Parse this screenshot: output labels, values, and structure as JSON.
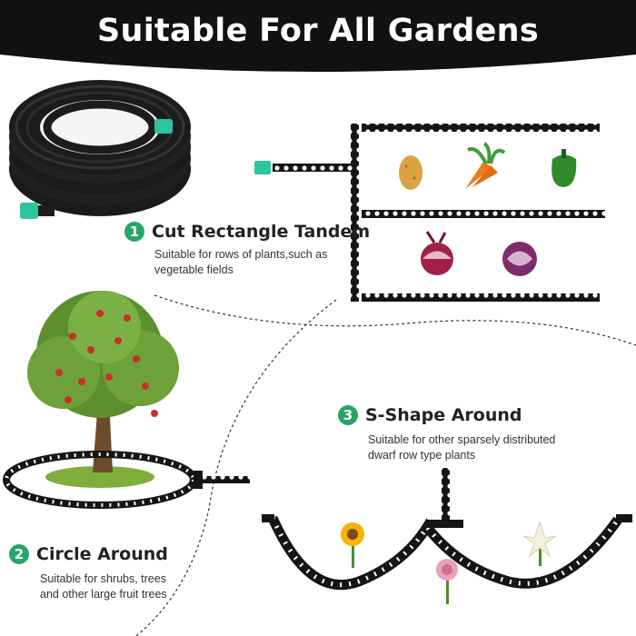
{
  "header": {
    "title": "Suitable  For All Gardens"
  },
  "steps": [
    {
      "number": "1",
      "title": "Cut Rectangle Tandem",
      "desc_line1": "Suitable for rows of plants,such as",
      "desc_line2": "vegetable fields"
    },
    {
      "number": "2",
      "title": "Circle Around",
      "desc_line1": "Suitable for shrubs, trees",
      "desc_line2": "and other large fruit trees"
    },
    {
      "number": "3",
      "title": "S-Shape Around",
      "desc_line1": "Suitable for other sparsely distributed",
      "desc_line2": "dwarf row type plants"
    }
  ],
  "colors": {
    "banner": "#111111",
    "accent": "#27a567",
    "hose": "#151515",
    "connector": "#2ec4a0"
  },
  "icons": [
    "hose-coil-icon",
    "potato-icon",
    "carrot-icon",
    "pepper-icon",
    "beet-icon",
    "cabbage-icon",
    "apple-tree-icon",
    "sunflower-icon",
    "rose-icon",
    "lily-icon"
  ]
}
